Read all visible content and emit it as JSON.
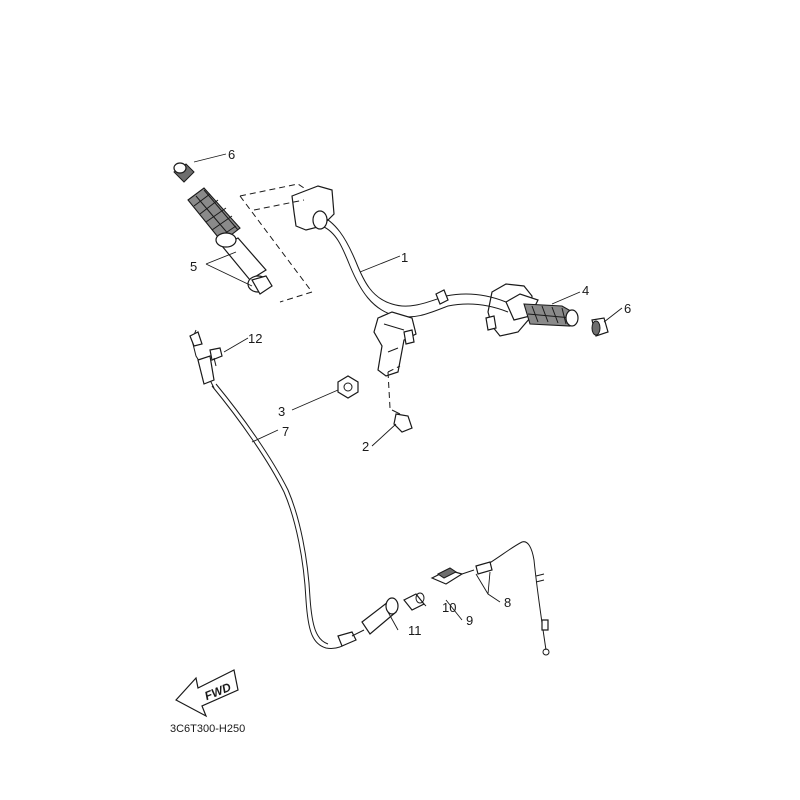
{
  "diagram": {
    "drawing_code": "3C6T300-H250",
    "fwd_label": "FWD",
    "callouts": {
      "c1": "1",
      "c2": "2",
      "c3": "3",
      "c4": "4",
      "c5": "5",
      "c6a": "6",
      "c6b": "6",
      "c7": "7",
      "c8": "8",
      "c9": "9",
      "c10": "10",
      "c11": "11",
      "c12": "12"
    }
  }
}
